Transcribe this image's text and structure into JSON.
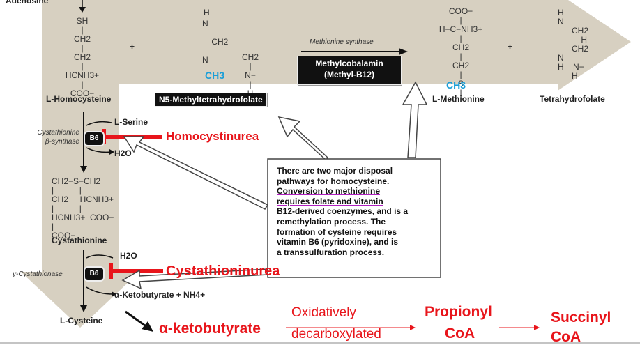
{
  "top_label": "Adenosine",
  "plus": "+",
  "homocysteine": {
    "structure": "SH\n|\nCH2\n|\nCH2\n|\nHCNH3+\n|\nCOO−",
    "label": "L-Homocysteine"
  },
  "methyl_thf": {
    "h_top": "H",
    "ring": "N\n\n    CH2\n\nN",
    "side": "CH2\n|\nN−\n|\nH",
    "ch3": "CH3",
    "label": "N5-Methyltetrahydrofolate"
  },
  "enzyme_top": "Methionine synthase",
  "cofactor_line1": "Methylcobalamin",
  "cofactor_line2": "(Methyl-B12)",
  "methionine": {
    "structure": "COO−\n|\nH−C−NH3+\n|\nCH2\n|\nCH2\n|\nS\n|",
    "ch3": "CH3",
    "label": "L-Methionine"
  },
  "thf": {
    "structure": "H\nN\n      CH2\n          H\n      CH2\nN\nH    N−\n      H",
    "label": "Tetrahydrofolate"
  },
  "serine": "L-Serine",
  "enzyme_cbs_line1": "Cystathionine",
  "enzyme_cbs_line2": "β-synthase",
  "b6": "B6",
  "water": "H2O",
  "cystathionine": {
    "structure": "CH2−S−CH2\n|           |\nCH2     HCNH3+\n|           |\nHCNH3+  COO−\n|\nCOO−",
    "label": "Cystathionine"
  },
  "enzyme_cgl": "γ-Cystathionase",
  "products": "α-Ketobutyrate + NH4+",
  "cysteine": "L-Cysteine",
  "disorder1": "Homocystinurea",
  "disorder2": "Cystathioninurea",
  "note": {
    "line1": "There are two major disposal",
    "line2": "pathways for homocysteine.",
    "line3": "Conversion to methionine",
    "line4": "requires folate and vitamin",
    "line5": "B12-derived coenzymes, and is a",
    "line6": "remethylation process. The",
    "line7": "formation of cysteine requires",
    "line8": "vitamin B6 (pyridoxine), and is",
    "line9": "a transsulfuration process."
  },
  "pathway": {
    "start": "α-ketobutyrate",
    "step1_line1": "Oxidatively",
    "step1_line2": "decarboxylated",
    "prod1_line1": "Propionyl",
    "prod1_line2": "CoA",
    "prod2_line1": "Succinyl",
    "prod2_line2": "CoA"
  },
  "colors": {
    "arrow_band": "#d7d0c1",
    "red": "#e8151b",
    "ch3_blue": "#1a9ed8"
  }
}
